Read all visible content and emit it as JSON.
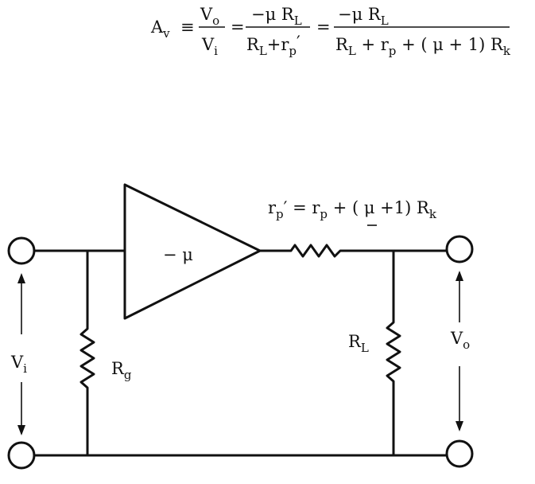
{
  "equation": {
    "lhs": "A",
    "lhs_sub": "v",
    "equiv": "≡",
    "frac1_num": "V",
    "frac1_num_sub": "o",
    "frac1_den": "V",
    "frac1_den_sub": "i",
    "eq1": "=",
    "frac2_num": "−μ R",
    "frac2_num_sub": "L",
    "frac2_den_a": "R",
    "frac2_den_a_sub": "L",
    "frac2_den_b": "+r",
    "frac2_den_b_sub": "p",
    "frac2_den_prime": "′",
    "eq2": "=",
    "frac3_num": "−μ R",
    "frac3_num_sub": "L",
    "frac3_den_a": "R",
    "frac3_den_a_sub": "L",
    "frac3_den_b": " + r",
    "frac3_den_b_sub": "p",
    "frac3_den_c": " + ( μ + 1) R",
    "frac3_den_c_sub": "k"
  },
  "circuit": {
    "amp_gain": "− μ",
    "rp_label_a": "r",
    "rp_label_a_sub": "p",
    "rp_label_b": "′ = r",
    "rp_label_b_sub": "p",
    "rp_label_c": " + ( μ +1) R",
    "rp_label_c_sub": "k",
    "rg_label": "R",
    "rg_label_sub": "g",
    "rl_label": "R",
    "rl_label_sub": "L",
    "vi_label": "V",
    "vi_label_sub": "i",
    "vo_label": "V",
    "vo_label_sub": "o"
  }
}
